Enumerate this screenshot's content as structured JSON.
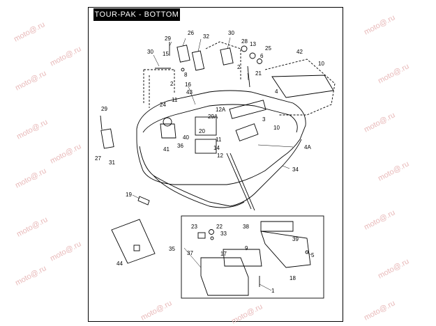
{
  "title": "TOUR-PAK - BOTTOM",
  "watermark": "moto@.ru",
  "parts": [
    {
      "n": "1"
    },
    {
      "n": "2"
    },
    {
      "n": "3"
    },
    {
      "n": "4"
    },
    {
      "n": "4A"
    },
    {
      "n": "5"
    },
    {
      "n": "6"
    },
    {
      "n": "8"
    },
    {
      "n": "9"
    },
    {
      "n": "10"
    },
    {
      "n": "11"
    },
    {
      "n": "12"
    },
    {
      "n": "12A"
    },
    {
      "n": "13"
    },
    {
      "n": "14"
    },
    {
      "n": "15"
    },
    {
      "n": "16"
    },
    {
      "n": "17"
    },
    {
      "n": "18"
    },
    {
      "n": "19"
    },
    {
      "n": "20"
    },
    {
      "n": "21"
    },
    {
      "n": "22"
    },
    {
      "n": "23"
    },
    {
      "n": "24"
    },
    {
      "n": "25"
    },
    {
      "n": "26"
    },
    {
      "n": "27"
    },
    {
      "n": "28"
    },
    {
      "n": "29"
    },
    {
      "n": "29A"
    },
    {
      "n": "30"
    },
    {
      "n": "31"
    },
    {
      "n": "32"
    },
    {
      "n": "33"
    },
    {
      "n": "34"
    },
    {
      "n": "35"
    },
    {
      "n": "36"
    },
    {
      "n": "37"
    },
    {
      "n": "38"
    },
    {
      "n": "39"
    },
    {
      "n": "40"
    },
    {
      "n": "41"
    },
    {
      "n": "42"
    },
    {
      "n": "43"
    },
    {
      "n": "44"
    }
  ],
  "labels": {
    "l29a": "29",
    "l26": "26",
    "l32": "32",
    "l30a": "30",
    "l28": "28",
    "l13": "13",
    "l25": "25",
    "l42": "42",
    "l30b": "30",
    "l15": "15",
    "l6": "6",
    "l2a": "2",
    "l8": "8",
    "l21": "21",
    "l10a": "10",
    "l2b": "2",
    "l16": "16",
    "l43": "43",
    "l4": "4",
    "l11a": "11",
    "l24": "24",
    "l12a": "12A",
    "l3": "3",
    "l29b": "29",
    "l29A": "29A",
    "l10b": "10",
    "l20": "20",
    "l11b": "11",
    "l40": "40",
    "l4A": "4A",
    "l36": "36",
    "l14": "14",
    "l41": "41",
    "l12": "12",
    "l27": "27",
    "l31": "31",
    "l34": "34",
    "l19": "19",
    "l23": "23",
    "l22": "22",
    "l38": "38",
    "l33": "33",
    "l39": "39",
    "l35": "35",
    "l9": "9",
    "l5": "5",
    "l37": "37",
    "l17": "17",
    "l18": "18",
    "l44": "44",
    "l1": "1"
  }
}
